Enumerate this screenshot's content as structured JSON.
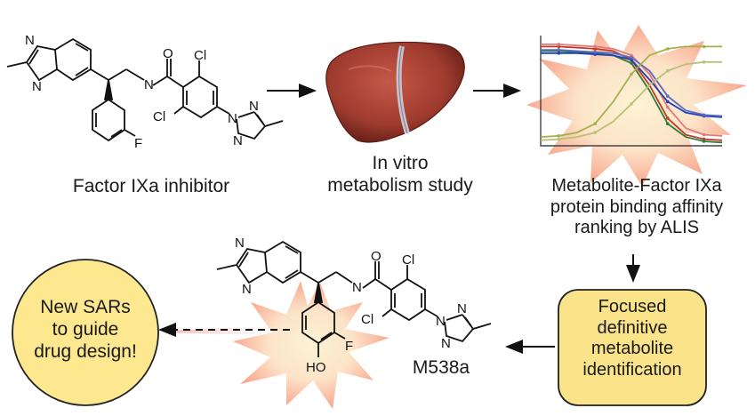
{
  "molecule_atoms": {
    "n": "N",
    "cl": "Cl",
    "o": "O",
    "f": "F",
    "ho": "HO"
  },
  "inhibitor": {
    "caption": "Factor IXa inhibitor"
  },
  "liver": {
    "caption_lines": [
      "In vitro",
      "metabolism study"
    ]
  },
  "chart_panel": {
    "caption_lines": [
      "Metabolite-Factor IXa",
      "protein binding affinity",
      "ranking by ALIS"
    ]
  },
  "focused_box": {
    "lines": [
      "Focused",
      "definitive",
      "metabolite",
      "identification"
    ]
  },
  "metabolite": {
    "label": "M538a"
  },
  "outcome_circle": {
    "lines": [
      "New SARs",
      "to guide",
      "drug design!"
    ]
  },
  "colors": {
    "burst_orange": "#f8a98f",
    "burst_yellow": "#fdf3d2",
    "box_fill": "#fbe38a",
    "circle_fill": "#fde890",
    "liver_red": "#9e3b2f",
    "chart_axis": "#444444"
  },
  "chart_data": {
    "type": "line",
    "title": "",
    "xlabel": "",
    "ylabel": "",
    "ylim": [
      0,
      1
    ],
    "x": [
      0,
      0.1,
      0.2,
      0.3,
      0.4,
      0.5,
      0.6,
      0.7,
      0.8,
      0.9,
      1.0
    ],
    "series": [
      {
        "color": "#c0392b",
        "values": [
          0.9,
          0.9,
          0.89,
          0.88,
          0.86,
          0.78,
          0.55,
          0.25,
          0.1,
          0.06,
          0.05
        ]
      },
      {
        "color": "#e07a7a",
        "values": [
          0.92,
          0.92,
          0.91,
          0.9,
          0.88,
          0.82,
          0.65,
          0.35,
          0.16,
          0.1,
          0.09
        ]
      },
      {
        "color": "#2e7d32",
        "values": [
          0.86,
          0.86,
          0.85,
          0.84,
          0.82,
          0.75,
          0.5,
          0.2,
          0.08,
          0.04,
          0.03
        ]
      },
      {
        "color": "#1f3fbf",
        "values": [
          0.84,
          0.84,
          0.84,
          0.83,
          0.82,
          0.78,
          0.6,
          0.4,
          0.3,
          0.27,
          0.26
        ]
      },
      {
        "color": "#5c6bc0",
        "values": [
          0.87,
          0.87,
          0.86,
          0.85,
          0.84,
          0.8,
          0.68,
          0.45,
          0.32,
          0.28,
          0.27
        ]
      },
      {
        "color": "#a5b04a",
        "values": [
          0.08,
          0.09,
          0.12,
          0.2,
          0.4,
          0.65,
          0.82,
          0.88,
          0.9,
          0.9,
          0.9
        ]
      },
      {
        "color": "#b8c07a",
        "values": [
          0.05,
          0.06,
          0.08,
          0.12,
          0.22,
          0.38,
          0.55,
          0.68,
          0.74,
          0.76,
          0.76
        ]
      }
    ]
  }
}
